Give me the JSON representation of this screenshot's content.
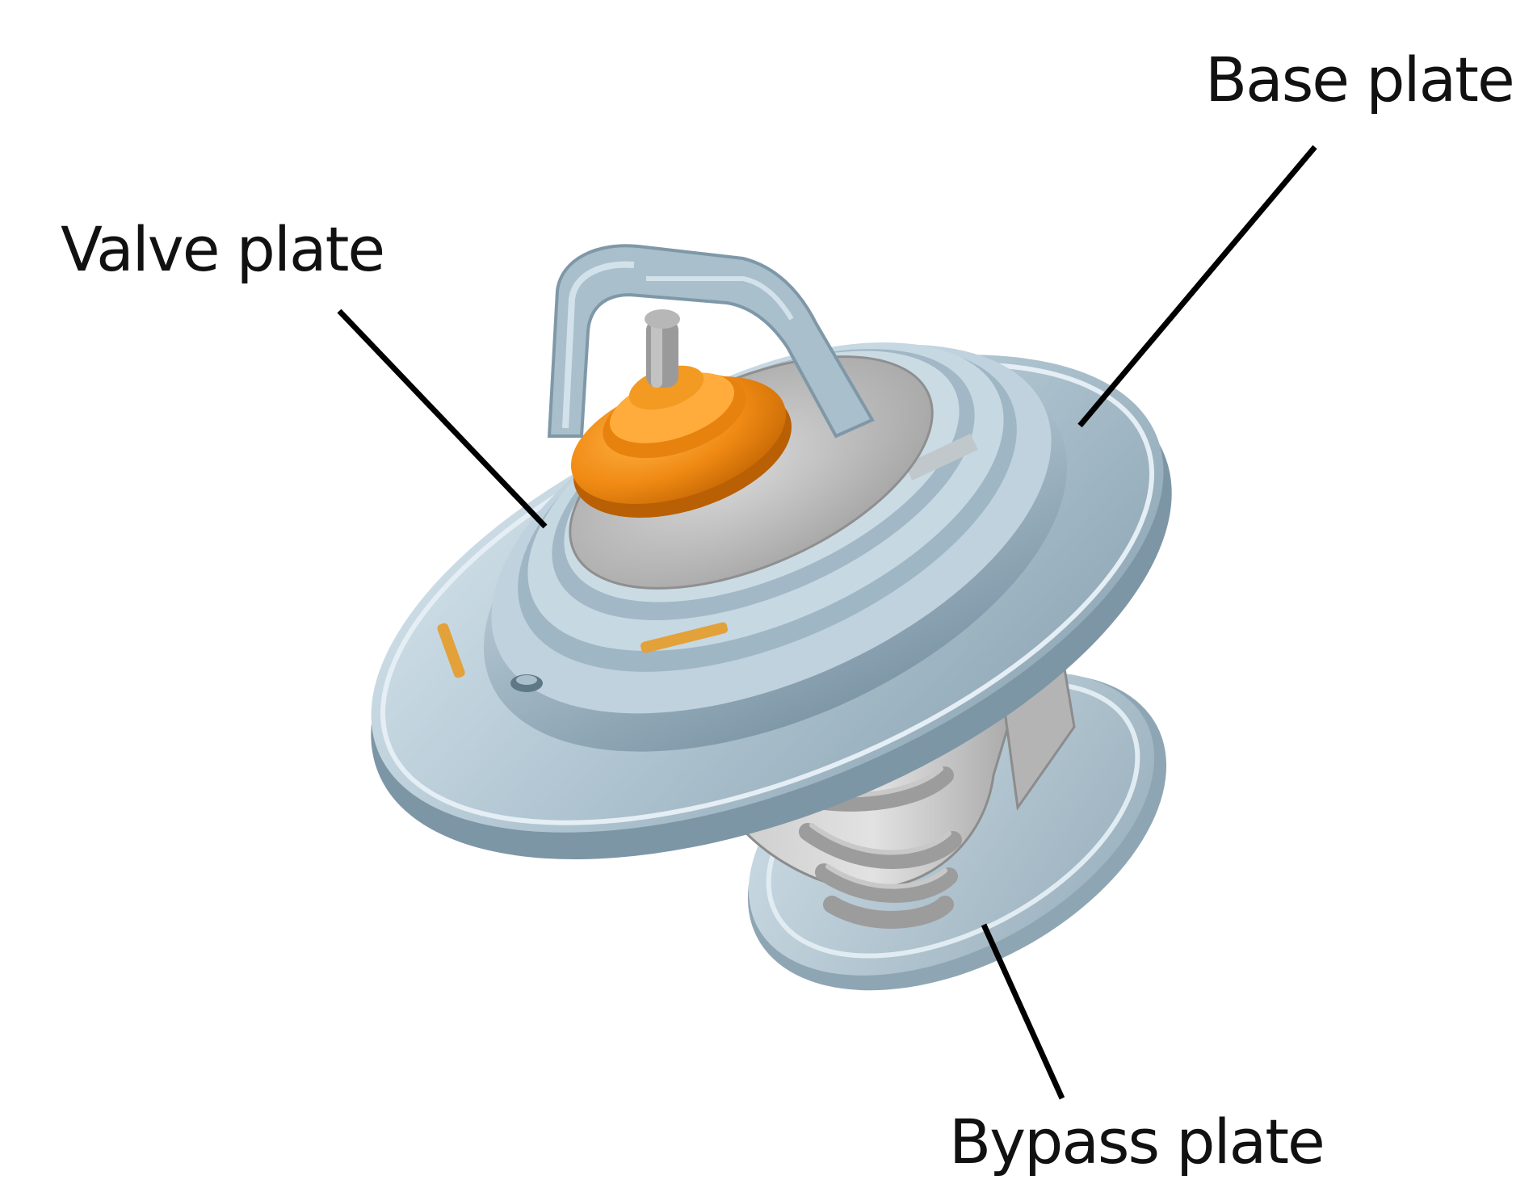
{
  "labels": {
    "base_plate": "Base plate",
    "valve_plate": "Valve plate",
    "bypass_plate": "Bypass plate"
  },
  "colors": {
    "metal": "#a9bfcc",
    "metal_light": "#d4e3eb",
    "metal_dark": "#7d96a5",
    "spring": "#a4a4a4",
    "wax_element": "#f08a14",
    "stamp_text": "#e3a13a",
    "leader_line": "#000000"
  }
}
